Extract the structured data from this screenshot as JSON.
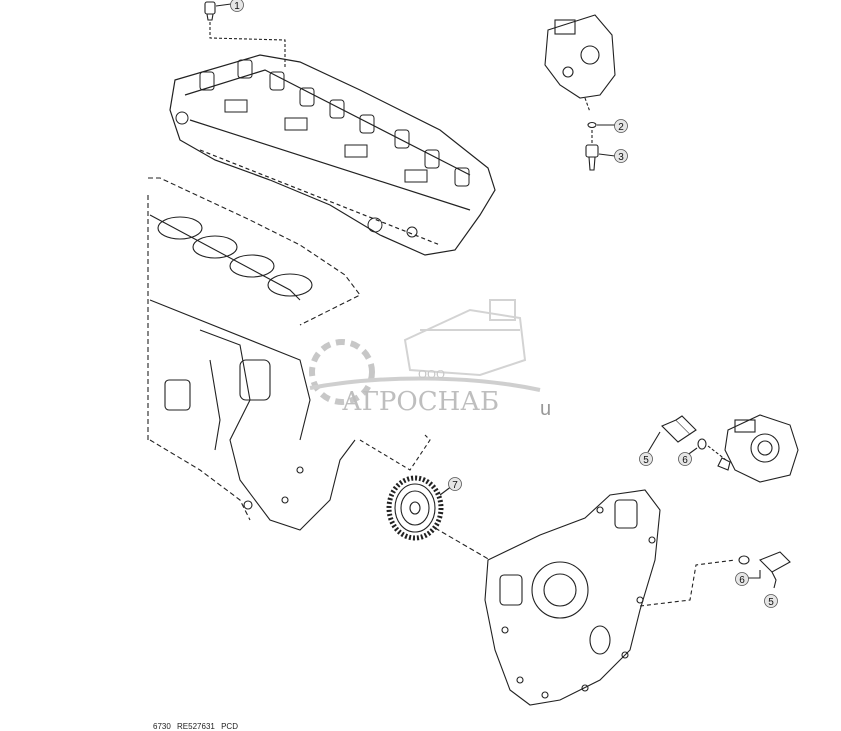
{
  "diagram": {
    "callouts": [
      {
        "id": "c1",
        "number": "1"
      },
      {
        "id": "c2",
        "number": "2"
      },
      {
        "id": "c3",
        "number": "3"
      },
      {
        "id": "c5a",
        "number": "5"
      },
      {
        "id": "c6a",
        "number": "6"
      },
      {
        "id": "c7",
        "number": "7"
      },
      {
        "id": "c6b",
        "number": "6"
      },
      {
        "id": "c5b",
        "number": "5"
      }
    ],
    "footer": {
      "code": "6730",
      "part_ref": "RE527631",
      "suffix": "PCD"
    }
  },
  "watermark": {
    "prefix": "ООО",
    "brand": "АГРОСНАБ",
    "suffix": "u"
  },
  "colors": {
    "line": "#222222",
    "callout_fill": "#e6e6e6",
    "watermark": "#9a9a9a"
  }
}
